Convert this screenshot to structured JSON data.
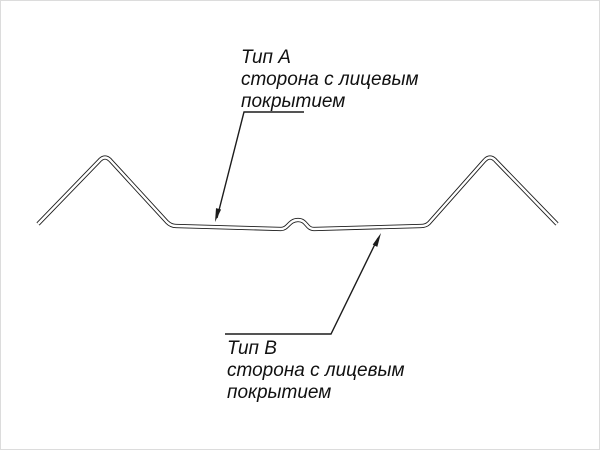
{
  "diagram": {
    "description": "sheet-profile cross-section with coating side callouts",
    "colors": {
      "line": "#1c1c1c",
      "text": "#111111",
      "background": "#ffffff"
    },
    "labels": {
      "type_a": {
        "title": "Тип А",
        "subtitle_line1": "сторона с лицевым",
        "subtitle_line2": "покрытием"
      },
      "type_b": {
        "title": "Тип В",
        "subtitle_line1": "сторона с лицевым",
        "subtitle_line2": "покрытием"
      }
    }
  }
}
